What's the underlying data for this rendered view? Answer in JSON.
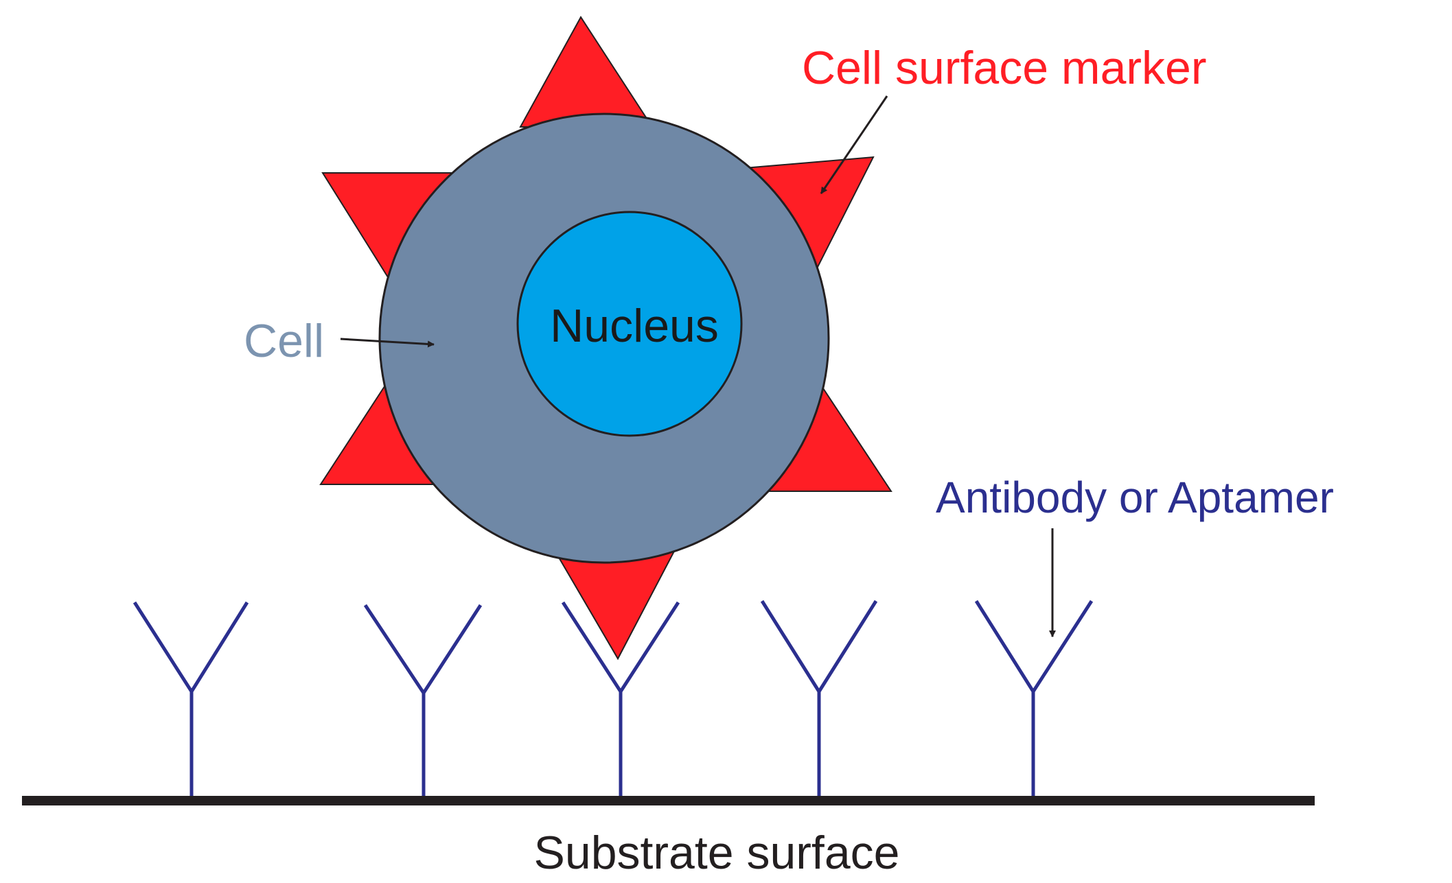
{
  "labels": {
    "nucleus": "Nucleus",
    "cell": "Cell",
    "marker": "Cell surface marker",
    "antibody": "Antibody or Aptamer",
    "substrate": "Substrate surface"
  },
  "colors": {
    "marker": "#ff1e25",
    "cell": "#6f88a6",
    "nucleus": "#00a2e8",
    "antibody": "#2b2f8f",
    "substrate": "#231f20",
    "cell_label": "#7c94b0",
    "marker_label": "#ff1e25",
    "antibody_label": "#2b2f8f",
    "outline": "#231f20"
  }
}
